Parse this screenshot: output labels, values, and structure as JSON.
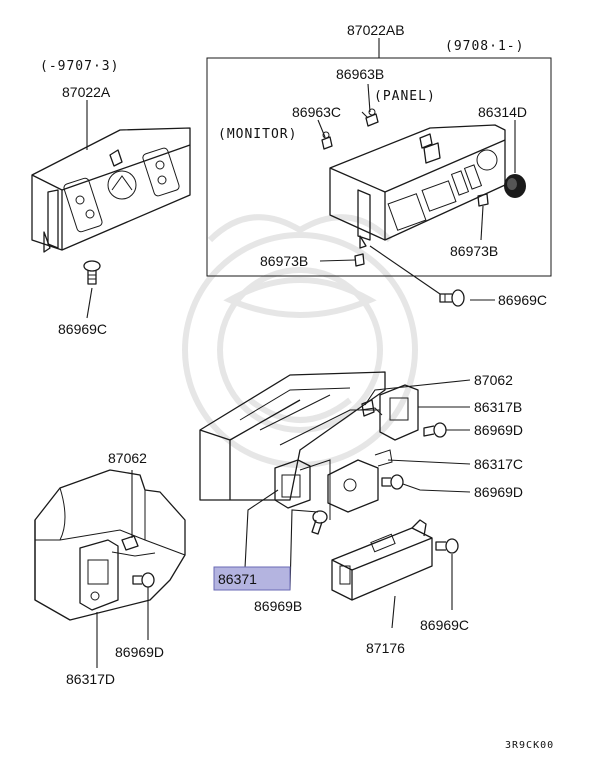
{
  "diagram": {
    "date_ranges": {
      "early": "(-9707·3)",
      "late": "(9708·1-)"
    },
    "annotations": {
      "panel": "(PANEL)",
      "monitor": "(MONITOR)"
    },
    "parts": {
      "p87022AB": "87022AB",
      "p87022A": "87022A",
      "p86963B": "86963B",
      "p86963C": "86963C",
      "p86314D": "86314D",
      "p86973B_a": "86973B",
      "p86973B_b": "86973B",
      "p86969C_a": "86969C",
      "p86969C_b": "86969C",
      "p86969C_c": "86969C",
      "p87062_a": "87062",
      "p87062_b": "87062",
      "p86317B": "86317B",
      "p86969D_a": "86969D",
      "p86969D_b": "86969D",
      "p86969D_c": "86969D",
      "p86317C": "86317C",
      "p86371": "86371",
      "p86969B": "86969B",
      "p87176": "87176",
      "p86317D": "86317D"
    },
    "highlighted_part": "86371",
    "diagram_code": "3R9CK00",
    "colors": {
      "highlight_fill": "#b4b4e0",
      "line": "#1a1a1a",
      "watermark": "#e4e4e4"
    }
  }
}
